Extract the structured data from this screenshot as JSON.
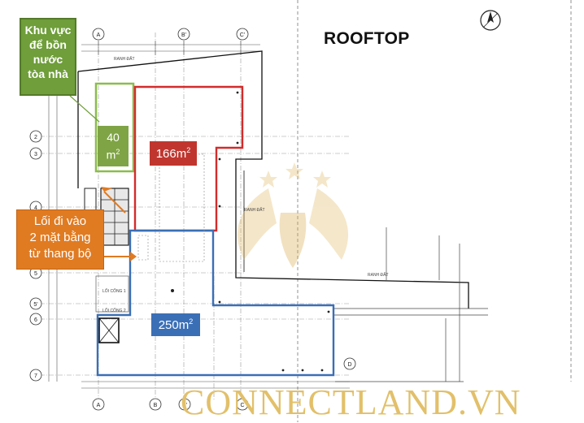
{
  "title": "ROOFTOP",
  "callouts": {
    "water_tank_lines": [
      "Khu vực",
      "để bồn",
      "nước",
      "tòa nhà"
    ],
    "access_lines": [
      "Lối đi vào",
      "2 mặt bằng",
      "từ thang bộ"
    ]
  },
  "areas": {
    "a40_num": "40",
    "a40_unit": "m",
    "a166_num": "166m",
    "a250_num": "250m",
    "sup": "2"
  },
  "grid_labels": {
    "top": [
      "A",
      "B'",
      "C'"
    ],
    "bottom": [
      "A",
      "B",
      "B'",
      "C"
    ],
    "left": [
      "2",
      "3",
      "4",
      "5",
      "5'",
      "6",
      "7"
    ],
    "right": [
      "D"
    ]
  },
  "small_labels": [
    "RANH ĐẤT",
    "RANH ĐẤT",
    "LỐI CỐNG 1",
    "LỐI CỐNG 2",
    "RANH ĐẤT"
  ],
  "watermark": "CONNECTLAND.VN",
  "colors": {
    "green": "#6f9e3a",
    "red": "#d42b2b",
    "blue": "#3a6fb6",
    "orange": "#e07b22",
    "gold": "#e2c06a"
  }
}
